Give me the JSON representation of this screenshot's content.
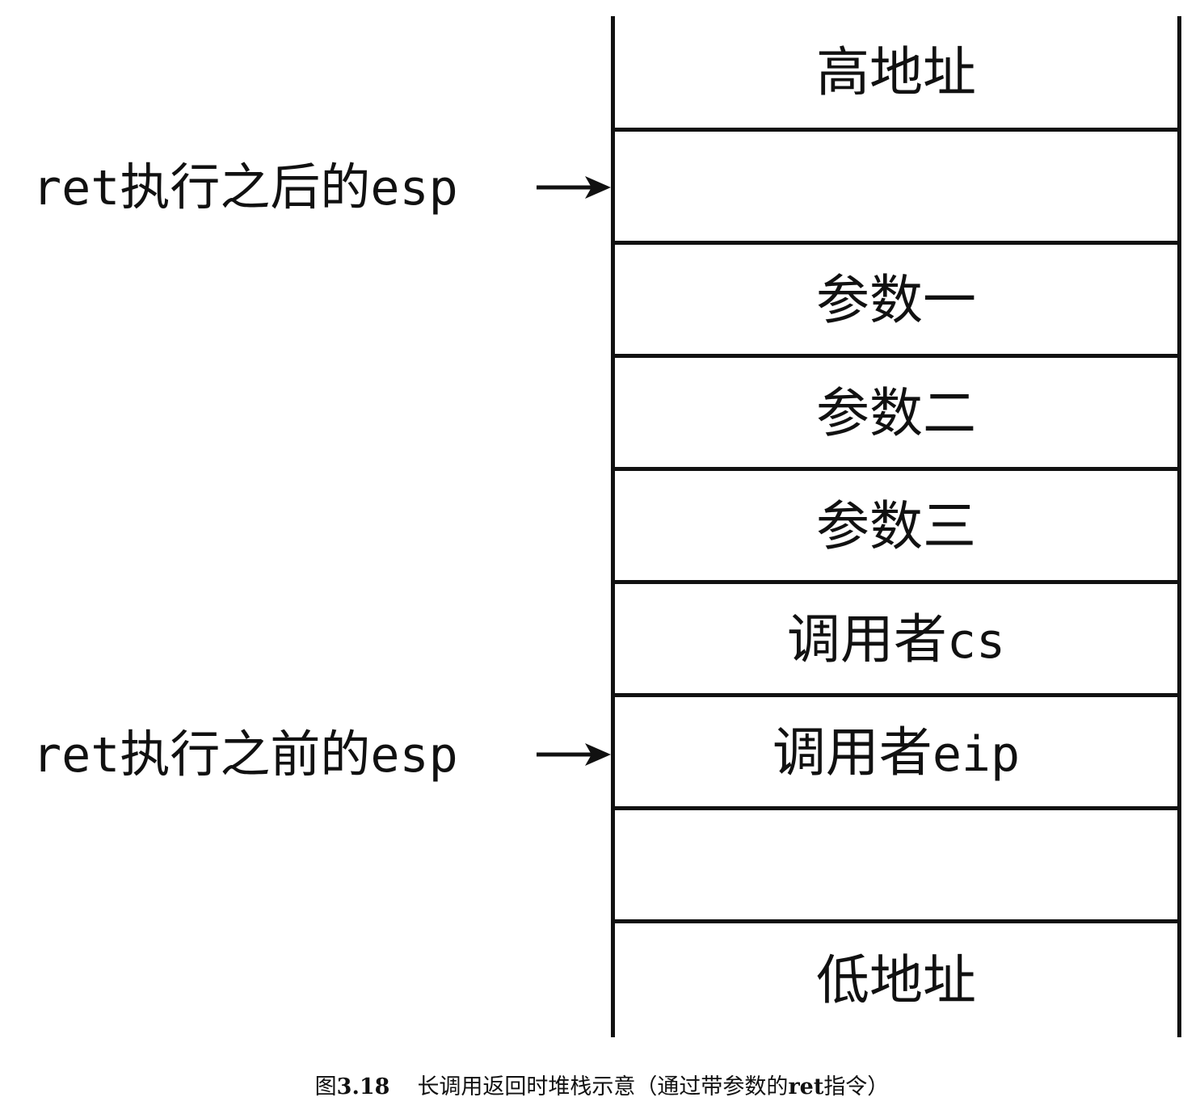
{
  "stack": {
    "cells": [
      {
        "id": "high-address",
        "cjk": "高地址",
        "latin": ""
      },
      {
        "id": "empty-1",
        "cjk": "",
        "latin": ""
      },
      {
        "id": "param-1",
        "cjk": "参数一",
        "latin": ""
      },
      {
        "id": "param-2",
        "cjk": "参数二",
        "latin": ""
      },
      {
        "id": "param-3",
        "cjk": "参数三",
        "latin": ""
      },
      {
        "id": "caller-cs",
        "cjk": "调用者",
        "latin": "cs"
      },
      {
        "id": "caller-eip",
        "cjk": "调用者",
        "latin": "eip"
      },
      {
        "id": "empty-2",
        "cjk": "",
        "latin": ""
      },
      {
        "id": "low-address",
        "cjk": "低地址",
        "latin": ""
      }
    ]
  },
  "pointers": {
    "after": {
      "prefix": "ret",
      "cjk": "执行之后的",
      "suffix": "esp"
    },
    "before": {
      "prefix": "ret",
      "cjk": "执行之前的",
      "suffix": "esp"
    }
  },
  "caption": {
    "figure_prefix": "图",
    "figure_number": "3.18",
    "text_main": "长调用返回时堆栈示意（通过带参数的",
    "keyword": "ret",
    "text_tail": "指令）"
  },
  "colors": {
    "ink": "#111111",
    "background": "#ffffff"
  }
}
